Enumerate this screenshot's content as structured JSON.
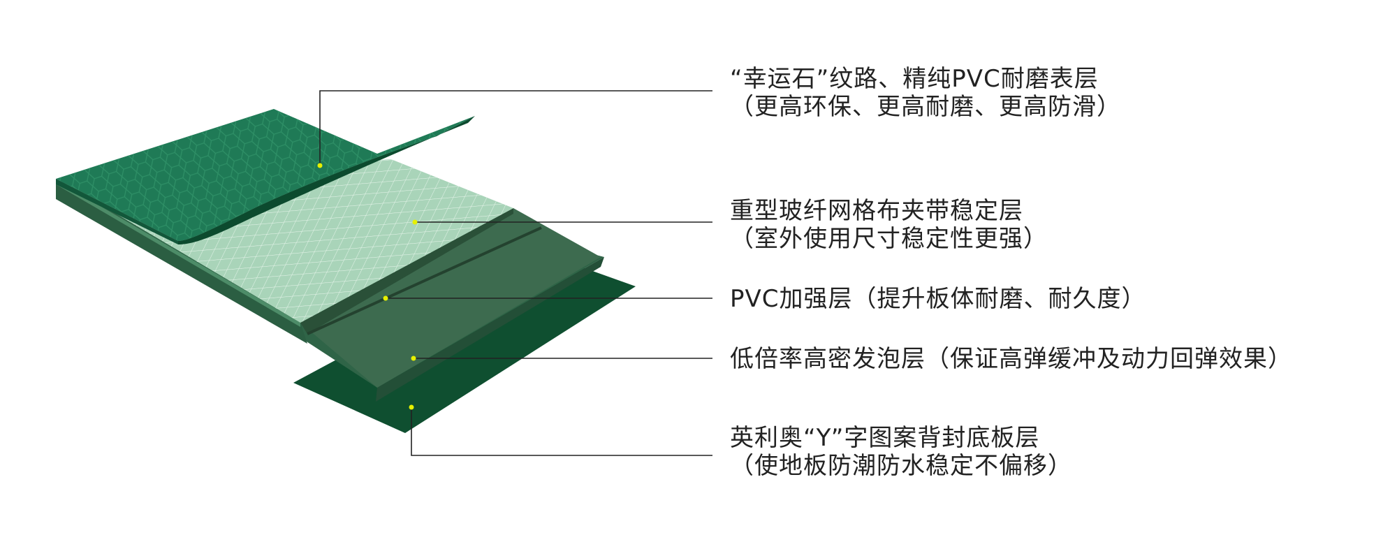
{
  "layers": [
    {
      "title": "“幸运石”纹路、精纯PVC耐磨表层",
      "subtitle": "（更高环保、更高耐磨、更高防滑）"
    },
    {
      "title": "重型玻纤网格布夹带稳定层",
      "subtitle": "（室外使用尺寸稳定性更强）"
    },
    {
      "title": "PVC加强层（提升板体耐磨、耐久度）",
      "subtitle": ""
    },
    {
      "title": "低倍率高密发泡层（保证高弹缓冲及动力回弹效果）",
      "subtitle": ""
    },
    {
      "title": "英利奥“Y”字图案背封底板层",
      "subtitle": "（使地板防潮防水稳定不偏移）"
    }
  ],
  "colors": {
    "surface": "#1f7a56",
    "surface_dark": "#12573a",
    "mesh": "#a9d4b9",
    "pvc": "#3d6b4f",
    "foam": "#2f6447",
    "base": "#0f4f30",
    "dot": "#e6f000",
    "leader": "#222222"
  }
}
